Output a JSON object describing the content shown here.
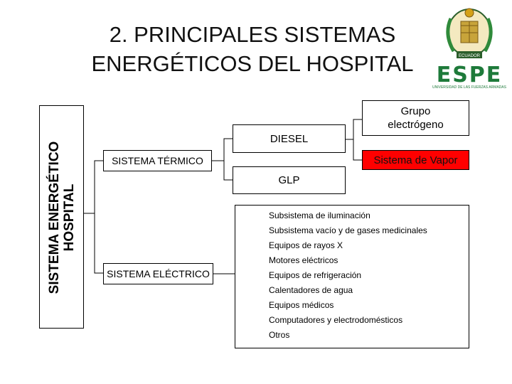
{
  "header": {
    "title_line1": "2. PRINCIPALES SISTEMAS",
    "title_line2": "ENERGÉTICOS DEL HOSPITAL",
    "logo_text": "ESPE",
    "logo_subtext": "UNIVERSIDAD DE LAS FUERZAS ARMADAS",
    "logo_ribbon_text": "ECUADOR"
  },
  "diagram": {
    "root_line1": "SISTEMA ENERGÉTICO",
    "root_line2": "HOSPITAL",
    "thermal": "SISTEMA TÉRMICO",
    "electrical": "SISTEMA ELÉCTRICO",
    "diesel": "DIESEL",
    "glp": "GLP",
    "generator_line1": "Grupo",
    "generator_line2": "electrógeno",
    "steam": "Sistema de Vapor",
    "electrical_loads": [
      "Subsistema de iluminación",
      "Subsistema vacío y de gases medicinales",
      "Equipos de rayos X",
      "Motores eléctricos",
      "Equipos de refrigeración",
      "Calentadores de agua",
      "Equipos médicos",
      "Computadores y electrodomésticos",
      "Otros"
    ]
  },
  "colors": {
    "steam_highlight": "#ff0000",
    "logo_green": "#1e7a3a"
  }
}
